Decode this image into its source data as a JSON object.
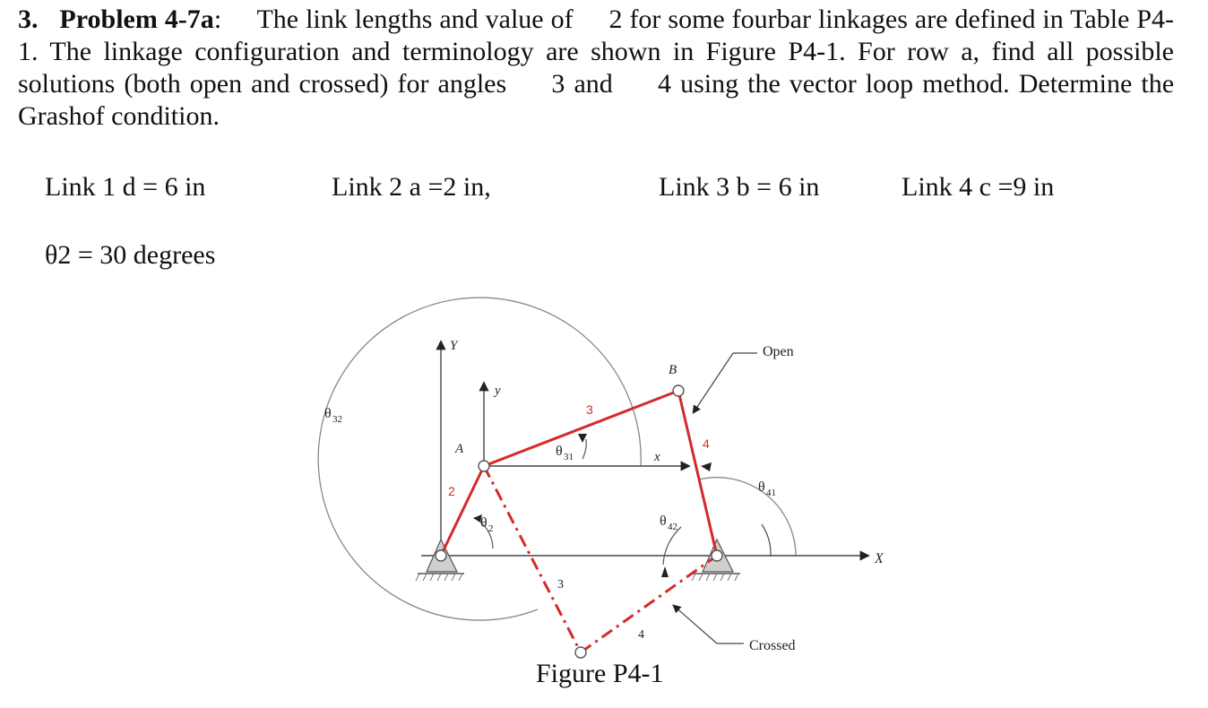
{
  "problem": {
    "number": "3.",
    "title": "Problem 4-7a",
    "title_colon": ":",
    "text_1": "The link lengths and value of",
    "symbol_theta2": "2",
    "text_2": "for some fourbar linkages are defined in Table P4-1. The linkage configuration and terminology are shown in Figure P4-1. For row a, find all possible solutions (both open and crossed) for angles",
    "symbol_theta3": "3",
    "text_and": "and",
    "symbol_theta4": "4",
    "text_3": "using the vector loop method. Determine the Grashof condition."
  },
  "links": {
    "link1": "Link 1 d = 6 in",
    "link2": "Link 2 a =2 in,",
    "link3": "Link 3 b = 6 in",
    "link4": "Link 4 c =9 in"
  },
  "theta2_given": "θ2 = 30 degrees",
  "figure": {
    "caption": "Figure P4-1",
    "labels": {
      "Y": "Y",
      "y": "y",
      "x": "x",
      "X": "X",
      "A": "A",
      "B": "B",
      "open": "Open",
      "crossed": "Crossed",
      "link2": "2",
      "link3_open": "3",
      "link4_open": "4",
      "link3_crossed": "3",
      "link4_crossed": "4",
      "theta": "θ",
      "theta2_sub": "2",
      "theta31_sub": "31",
      "theta32_sub": "32",
      "theta41_sub": "41",
      "theta42_sub": "42"
    },
    "colors": {
      "link": "#d42a2a",
      "ground_line": "#555555",
      "arc": "#888888",
      "pivot_fill": "#cfcfcf"
    }
  }
}
